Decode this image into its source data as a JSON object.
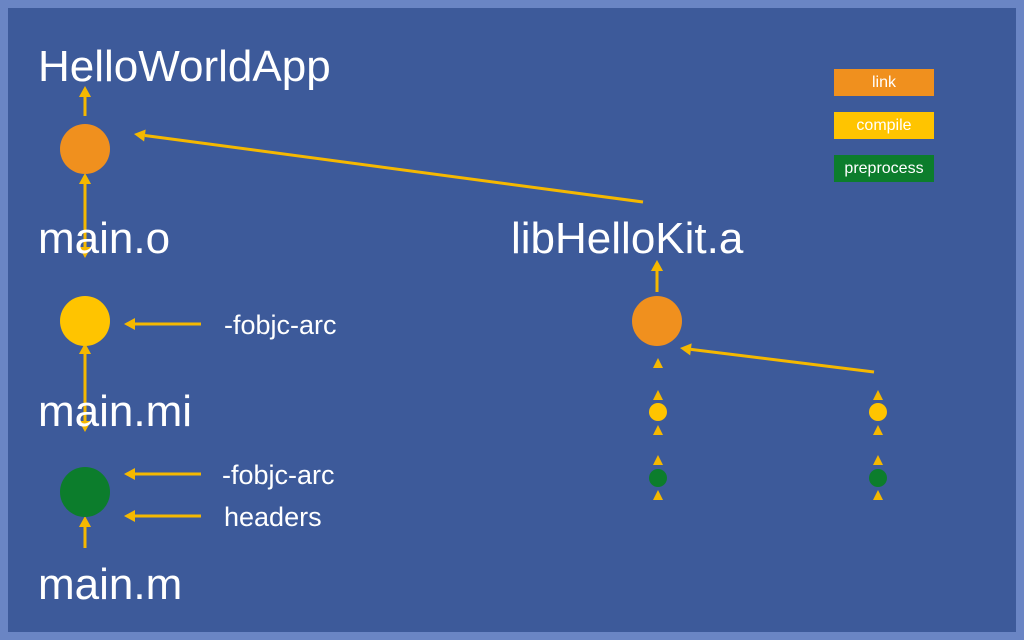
{
  "colors": {
    "background": "#3d5a9a",
    "border": "#6a85c4",
    "arrow": "#f5b800",
    "link": "#f0901e",
    "compile": "#ffc400",
    "preprocess": "#0c7d2c",
    "text": "#ffffff"
  },
  "files": {
    "app": "HelloWorldApp",
    "main_o": "main.o",
    "main_mi": "main.mi",
    "main_m": "main.m",
    "lib": "libHelloKit.a"
  },
  "flags": {
    "compile_flag": "-fobjc-arc",
    "preprocess_flag": "-fobjc-arc",
    "headers": "headers"
  },
  "legend": [
    {
      "label": "link",
      "color": "#f0901e"
    },
    {
      "label": "compile",
      "color": "#ffc400"
    },
    {
      "label": "preprocess",
      "color": "#0c7d2c"
    }
  ]
}
